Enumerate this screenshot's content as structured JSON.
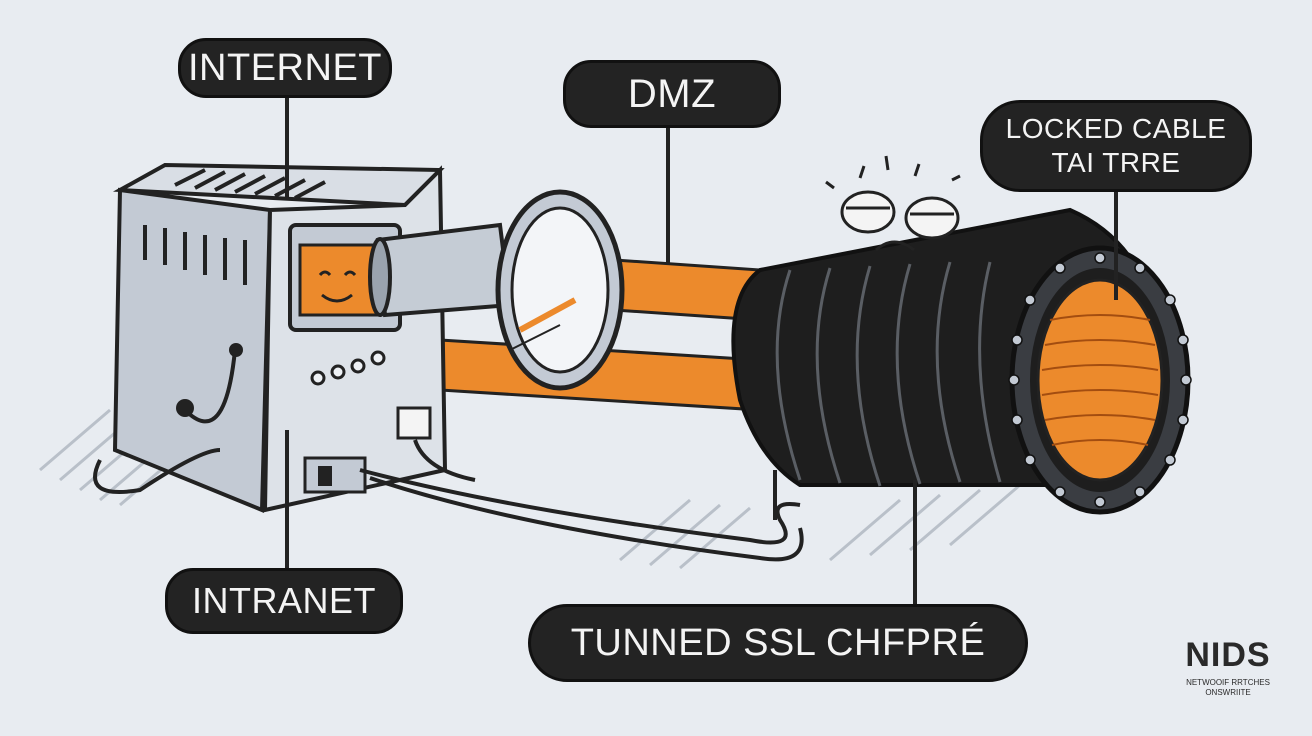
{
  "labels": {
    "internet": "INTERNET",
    "dmz": "DMZ",
    "locked_line1": "LOCKED CABLE",
    "locked_line2": "TAI TRRE",
    "intranet": "INTRANET",
    "tunnel": "TUNNED SSL CHFPRÉ"
  },
  "logo": {
    "mark": "NIDS",
    "line1": "NETWOOIF RRTCHES",
    "line2": "ONSWRIITE"
  },
  "colors": {
    "background": "#e8ecf1",
    "accent_orange": "#ec8a2c",
    "label_fill": "#232323",
    "cable_dark": "#1e1e1e"
  }
}
